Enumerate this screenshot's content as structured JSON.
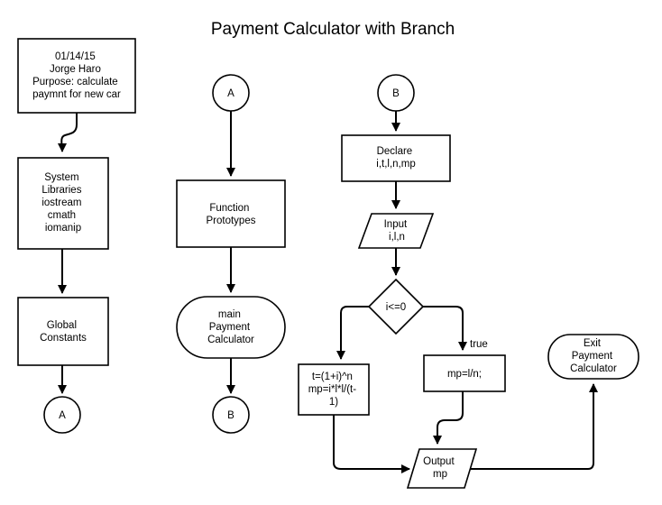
{
  "diagram": {
    "title": "Payment Calculator with Branch",
    "nodes": {
      "header": {
        "lines": [
          "01/14/15",
          "Jorge Haro",
          "Purpose: calculate",
          "paymnt for new car"
        ]
      },
      "libraries": {
        "lines": [
          "System",
          "Libraries",
          "iostream",
          "cmath",
          "iomanip"
        ]
      },
      "constants": {
        "lines": [
          "Global",
          "Constants"
        ]
      },
      "connector_a_out": {
        "lines": [
          "A"
        ]
      },
      "connector_a_in": {
        "lines": [
          "A"
        ]
      },
      "prototypes": {
        "lines": [
          "Function",
          "Prototypes"
        ]
      },
      "main": {
        "lines": [
          "main",
          "Payment",
          "Calculator"
        ]
      },
      "connector_b_out": {
        "lines": [
          "B"
        ]
      },
      "connector_b_in": {
        "lines": [
          "B"
        ]
      },
      "declare": {
        "lines": [
          "Declare",
          "i,t,l,n,mp"
        ]
      },
      "input": {
        "lines": [
          "Input",
          "i,l,n"
        ]
      },
      "decision": {
        "lines": [
          "i<=0"
        ]
      },
      "compute_interest": {
        "lines": [
          "t=(1+i)^n",
          "mp=i*l*l/(t-",
          "1)"
        ]
      },
      "compute_simple": {
        "lines": [
          "mp=l/n;"
        ]
      },
      "output": {
        "lines": [
          "Output",
          "mp"
        ]
      },
      "exit": {
        "lines": [
          "Exit",
          "Payment",
          "Calculator"
        ]
      }
    },
    "edge_labels": {
      "true_branch": "true"
    }
  }
}
